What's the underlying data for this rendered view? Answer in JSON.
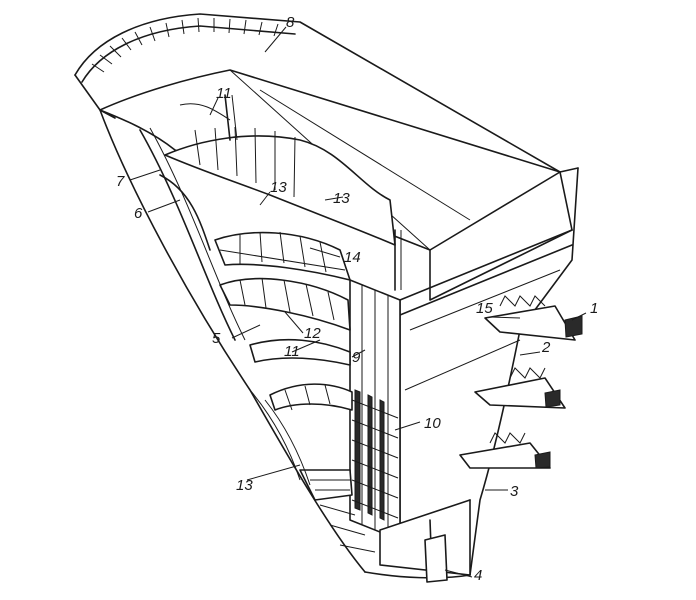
{
  "figure": {
    "callouts": [
      {
        "id": "c1",
        "text": "1"
      },
      {
        "id": "c2",
        "text": "2"
      },
      {
        "id": "c3",
        "text": "3"
      },
      {
        "id": "c4",
        "text": "4"
      },
      {
        "id": "c5",
        "text": "5"
      },
      {
        "id": "c6",
        "text": "6"
      },
      {
        "id": "c7",
        "text": "7"
      },
      {
        "id": "c8",
        "text": "8"
      },
      {
        "id": "c9",
        "text": "9"
      },
      {
        "id": "c10",
        "text": "10"
      },
      {
        "id": "c11a",
        "text": "11"
      },
      {
        "id": "c11b",
        "text": "11"
      },
      {
        "id": "c12",
        "text": "12"
      },
      {
        "id": "c13a",
        "text": "13"
      },
      {
        "id": "c13b",
        "text": "13"
      },
      {
        "id": "c13c",
        "text": "13"
      },
      {
        "id": "c14",
        "text": "14"
      },
      {
        "id": "c15",
        "text": "15"
      }
    ]
  }
}
